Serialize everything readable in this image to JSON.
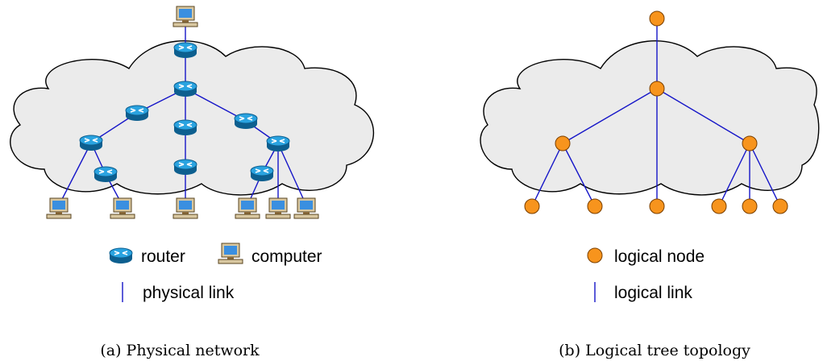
{
  "colors": {
    "cloud_fill": "#ebebeb",
    "cloud_stroke": "#000000",
    "link": "#1515c8",
    "node_fill": "#f7941d",
    "node_stroke": "#7a3f00",
    "router_body": "#2aa3e0",
    "computer_screen": "#3a8fe0",
    "computer_frame": "#8a6a3a"
  },
  "panel_a": {
    "caption": "(a) Physical network",
    "legend": {
      "router": "router",
      "computer": "computer",
      "physical_link": "physical link"
    }
  },
  "panel_b": {
    "caption": "(b) Logical tree topology",
    "legend": {
      "logical_node": "logical node",
      "logical_link": "logical link"
    }
  }
}
